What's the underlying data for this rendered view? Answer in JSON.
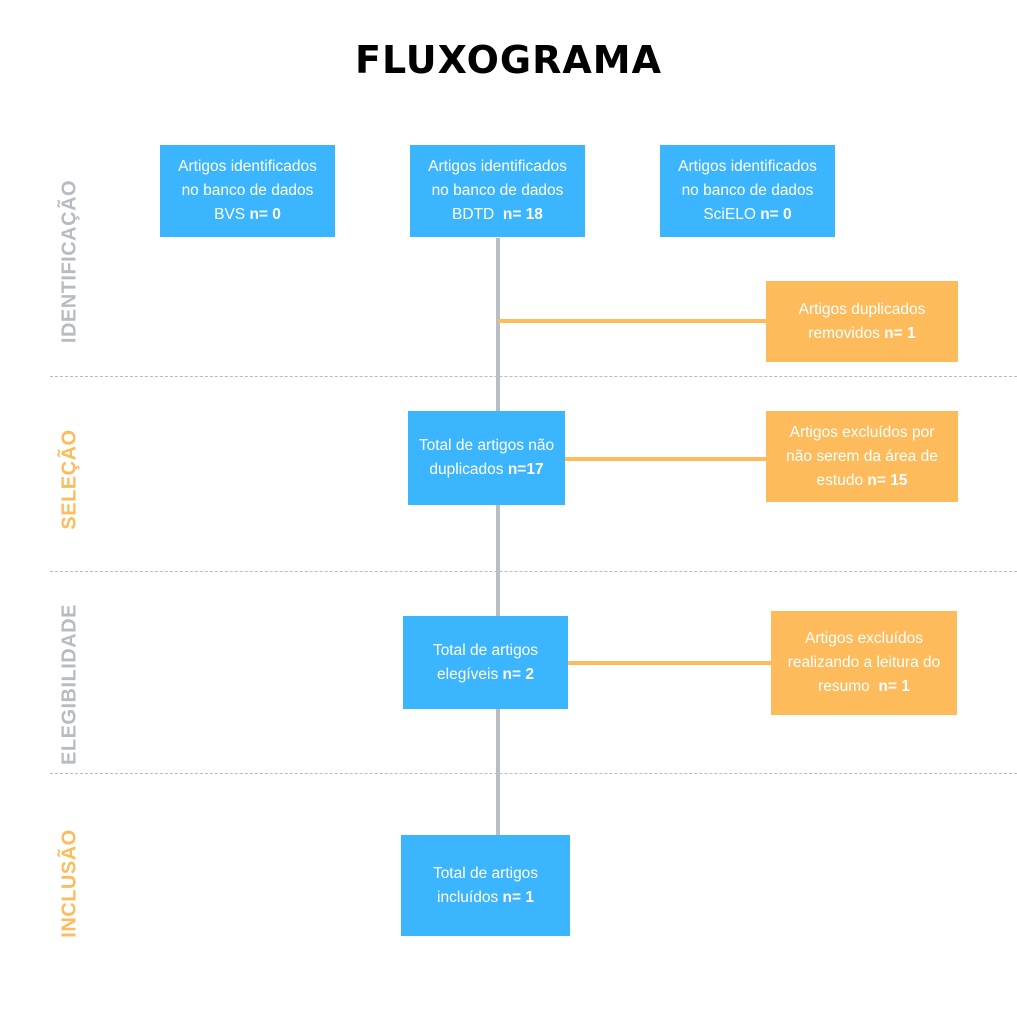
{
  "title": "FLUXOGRAMA",
  "colors": {
    "primary_box": "#3bb5fd",
    "exclusion_box": "#fdbb5b",
    "connector": "#b8bec4",
    "stage_grey": "#b6bcc1",
    "stage_orange": "#fdbb5b"
  },
  "stages": [
    {
      "label": "IDENTIFICAÇÃO"
    },
    {
      "label": "SELEÇÃO"
    },
    {
      "label": "ELEGIBILIDADE"
    },
    {
      "label": "INCLUSÃO"
    }
  ],
  "sources": [
    {
      "line1": "Artigos identificados",
      "line2": "no banco de dados",
      "db": "BVS",
      "count": "n= 0"
    },
    {
      "line1": "Artigos identificados",
      "line2": "no banco de dados",
      "db": "BDTD ",
      "count": "n= 18"
    },
    {
      "line1": "Artigos identificados",
      "line2": "no banco de dados",
      "db": "SciELO",
      "count": "n= 0"
    }
  ],
  "main_boxes": [
    {
      "line1": "Total de artigos não",
      "line2": "duplicados",
      "count": "n=17"
    },
    {
      "line1": "Total de artigos",
      "line2": "elegíveis",
      "count": "n= 2"
    },
    {
      "line1": "Total de artigos",
      "line2": "incluídos",
      "count": "n= 1"
    }
  ],
  "exclusions": [
    {
      "line1": "Artigos duplicados",
      "line2": "removidos",
      "count": "n= 1"
    },
    {
      "line1": "Artigos excluídos por",
      "line2": "não serem da área de",
      "line3": "estudo",
      "count": "n= 15"
    },
    {
      "line1": "Artigos excluídos",
      "line2": "realizando a leitura do",
      "line3": "resumo ",
      "count": "n= 1"
    }
  ]
}
